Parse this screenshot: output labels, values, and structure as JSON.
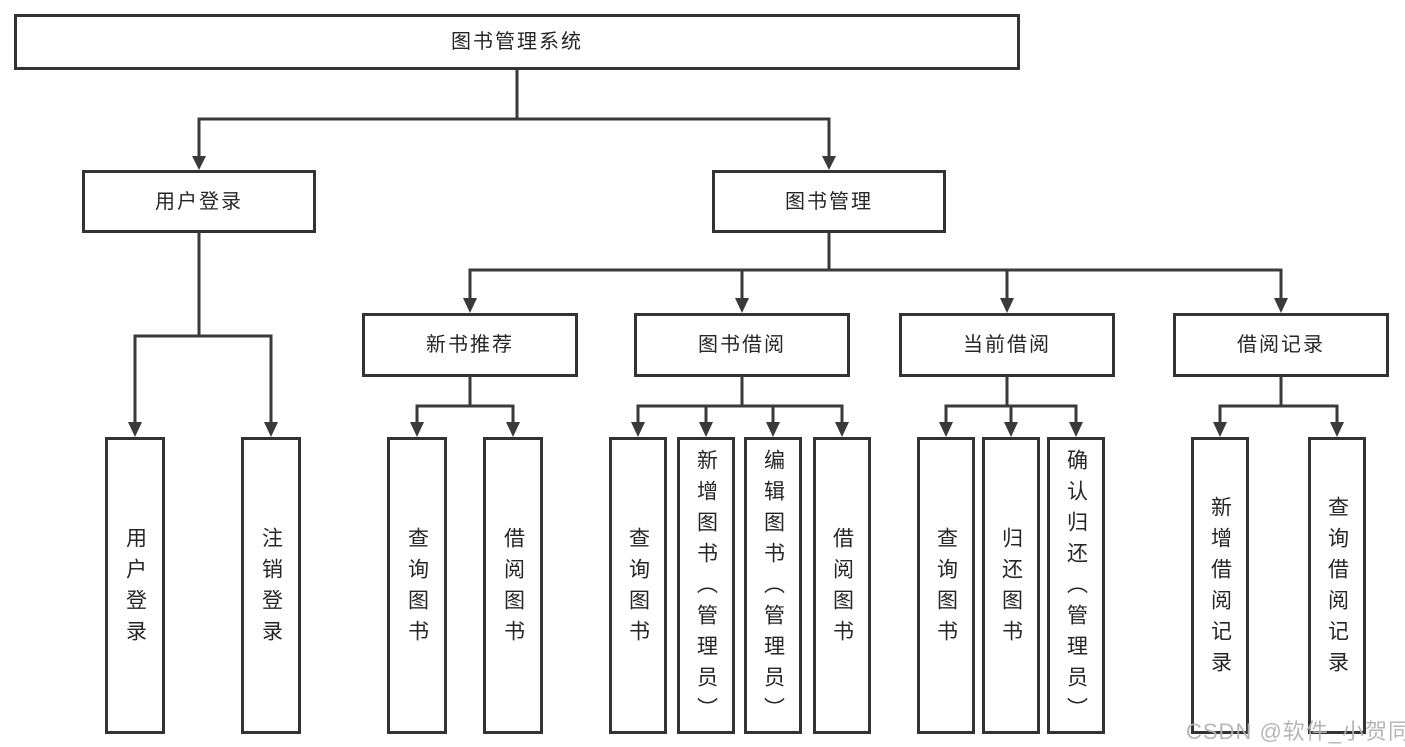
{
  "nodes": {
    "root": "图书管理系统",
    "user_login": "用户登录",
    "book_mgmt": "图书管理",
    "new_book_rec": "新书推荐",
    "book_borrow": "图书借阅",
    "current_borrow": "当前借阅",
    "borrow_record": "借阅记录",
    "ul_login": "用户登录",
    "ul_logout": "注销登录",
    "rec_query": "查询图书",
    "rec_borrow": "借阅图书",
    "bb_query": "查询图书",
    "bb_add": "新增图书（管理员）",
    "bb_edit": "编辑图书（管理员）",
    "bb_borrow": "借阅图书",
    "cb_query": "查询图书",
    "cb_return": "归还图书",
    "cb_confirm": "确认归还（管理员）",
    "br_add": "新增借阅记录",
    "br_query": "查询借阅记录"
  },
  "edges": [
    [
      "root",
      "user_login"
    ],
    [
      "root",
      "book_mgmt"
    ],
    [
      "user_login",
      "ul_login"
    ],
    [
      "user_login",
      "ul_logout"
    ],
    [
      "book_mgmt",
      "new_book_rec"
    ],
    [
      "book_mgmt",
      "book_borrow"
    ],
    [
      "book_mgmt",
      "current_borrow"
    ],
    [
      "book_mgmt",
      "borrow_record"
    ],
    [
      "new_book_rec",
      "rec_query"
    ],
    [
      "new_book_rec",
      "rec_borrow"
    ],
    [
      "book_borrow",
      "bb_query"
    ],
    [
      "book_borrow",
      "bb_add"
    ],
    [
      "book_borrow",
      "bb_edit"
    ],
    [
      "book_borrow",
      "bb_borrow"
    ],
    [
      "current_borrow",
      "cb_query"
    ],
    [
      "current_borrow",
      "cb_return"
    ],
    [
      "current_borrow",
      "cb_confirm"
    ],
    [
      "borrow_record",
      "br_add"
    ],
    [
      "borrow_record",
      "br_query"
    ]
  ],
  "watermark": "CSDN @软件_小贺同学",
  "colors": {
    "line": "#3a3a3a",
    "box_border": "#333333",
    "text": "#262626",
    "watermark": "#b2b2b2",
    "background": "#ffffff"
  }
}
